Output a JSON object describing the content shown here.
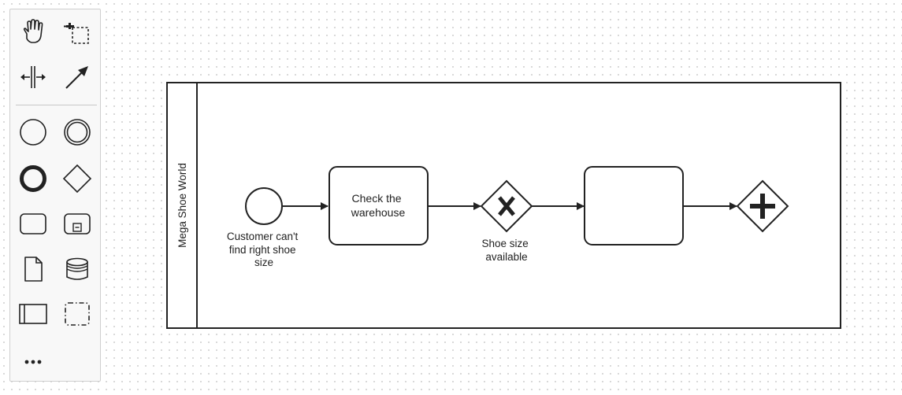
{
  "palette": {
    "tools": [
      {
        "name": "hand-tool",
        "icon": "hand-icon"
      },
      {
        "name": "lasso-tool",
        "icon": "lasso-icon"
      },
      {
        "name": "space-tool",
        "icon": "space-icon"
      },
      {
        "name": "global-connect-tool",
        "icon": "arrow-icon"
      },
      {
        "name": "create-start-event",
        "icon": "start-event-icon"
      },
      {
        "name": "create-intermediate-event",
        "icon": "intermediate-event-icon"
      },
      {
        "name": "create-end-event",
        "icon": "end-event-icon"
      },
      {
        "name": "create-gateway",
        "icon": "gateway-icon"
      },
      {
        "name": "create-task",
        "icon": "task-icon"
      },
      {
        "name": "create-subprocess",
        "icon": "subprocess-icon"
      },
      {
        "name": "create-data-object",
        "icon": "data-object-icon"
      },
      {
        "name": "create-data-store",
        "icon": "data-store-icon"
      },
      {
        "name": "create-pool",
        "icon": "pool-icon"
      },
      {
        "name": "create-group",
        "icon": "group-icon"
      },
      {
        "name": "more-tools",
        "icon": "more-icon"
      }
    ]
  },
  "diagram": {
    "pool_label": "Mega Shoe World",
    "start_event_label": [
      "Customer can't",
      "find right shoe",
      "size"
    ],
    "task1_label": [
      "Check the",
      "warehouse"
    ],
    "gateway_label": [
      "Shoe size",
      "available"
    ],
    "task2_label": "",
    "colors": {
      "stroke": "#222222",
      "fill": "#ffffff"
    }
  }
}
